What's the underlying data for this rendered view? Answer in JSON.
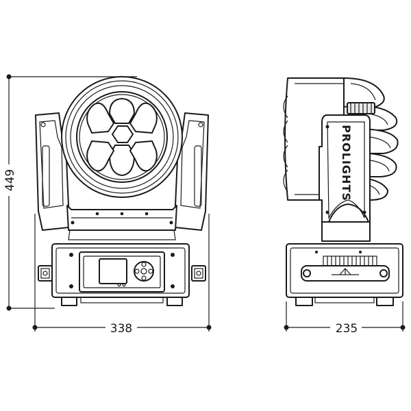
{
  "dimensions": {
    "height_label": "449",
    "width_front_label": "338",
    "depth_side_label": "235"
  },
  "brand_text": "PROLIGHTS"
}
